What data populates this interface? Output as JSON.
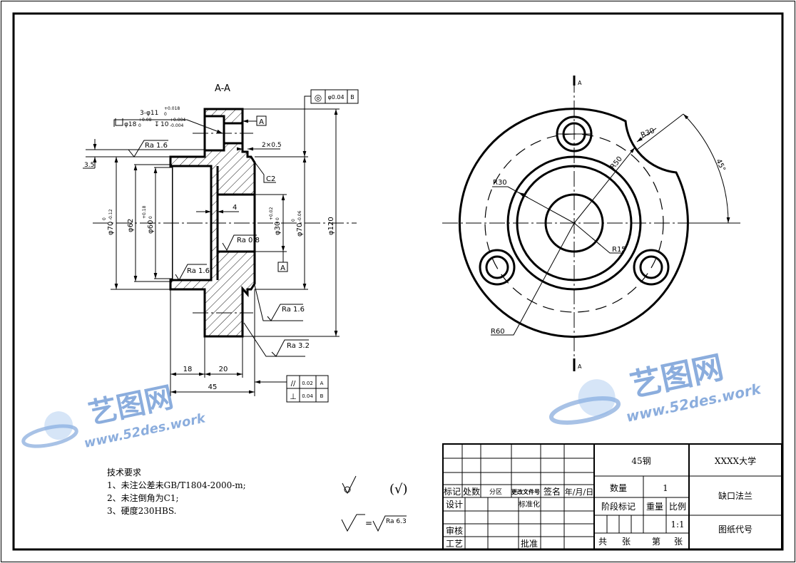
{
  "section_view": {
    "title": "A-A",
    "hole_callout": {
      "main": "3-φ11",
      "tol_upper": "+0.018",
      "tol_lower": "0",
      "counterbore": "φ18",
      "cb_tol_upper": "+0.08",
      "cb_tol_lower": "0",
      "depth_symbol": "↧",
      "depth": "10",
      "depth_tol_upper": "+0.004",
      "depth_tol_lower": "-0.004"
    },
    "groove": "2×0.5",
    "chamfer": "C2",
    "width_4": "4",
    "step_3_5": "3.5",
    "diameters": [
      {
        "label": "φ70",
        "tol_upper": "0",
        "tol_lower": "-0.12"
      },
      {
        "label": "φ62",
        "tol_upper": "",
        "tol_lower": ""
      },
      {
        "label": "φ60",
        "tol_upper": "+0.18",
        "tol_lower": "0"
      },
      {
        "label": "φ30",
        "tol_upper": "+0.02",
        "tol_lower": "0"
      },
      {
        "label": "φ70",
        "tol_upper": "0",
        "tol_lower": "-0.06"
      },
      {
        "label": "φ120",
        "tol_upper": "",
        "tol_lower": ""
      }
    ],
    "lengths": [
      "18",
      "20",
      "45"
    ],
    "roughness": [
      "Ra 1.6",
      "Ra 0.8",
      "Ra 1.6",
      "Ra 1.6",
      "Ra 3.2"
    ],
    "datums": [
      "A",
      "A"
    ],
    "gdt_top": {
      "symbol": "◎",
      "value": "φ0.04",
      "datum": "B"
    },
    "gdt_bottom": [
      {
        "symbol": "//",
        "value": "0.02",
        "datum": "A"
      },
      {
        "symbol": "⊥",
        "value": "0.04",
        "datum": "B"
      }
    ]
  },
  "front_view": {
    "cut_label_top": "A",
    "cut_label_bottom": "A",
    "radii": [
      "R30",
      "R50",
      "R30",
      "R15",
      "R60"
    ],
    "angle": "45°"
  },
  "tech_requirements": {
    "title": "技术要求",
    "items": [
      "1、未注公差未GB/T1804-2000-m;",
      "2、未注倒角为C1;",
      "3、硬度230HBS."
    ]
  },
  "surface_symbols": {
    "other": "(√)",
    "equals": "=",
    "ra": "Ra 6.3"
  },
  "title_block": {
    "material": "45钢",
    "school": "XXXX大学",
    "quantity_label": "数量",
    "quantity": "1",
    "part_name": "缺口法兰",
    "stage_label": "阶段标记",
    "weight_label": "重量",
    "scale_label": "比例",
    "scale": "1:1",
    "drawing_code": "图纸代号",
    "sheets_total": "共",
    "sheets_unit1": "张",
    "sheet_no": "第",
    "sheets_unit2": "张",
    "revision_headers": [
      "标记",
      "处数",
      "分区",
      "更改文件号",
      "签名",
      "年/月/日"
    ],
    "design": "设计",
    "standardization": "标准化",
    "review": "审核",
    "process": "工艺",
    "approve": "批准"
  },
  "watermark": {
    "brand": "艺图网",
    "url": "www.52des.work"
  }
}
